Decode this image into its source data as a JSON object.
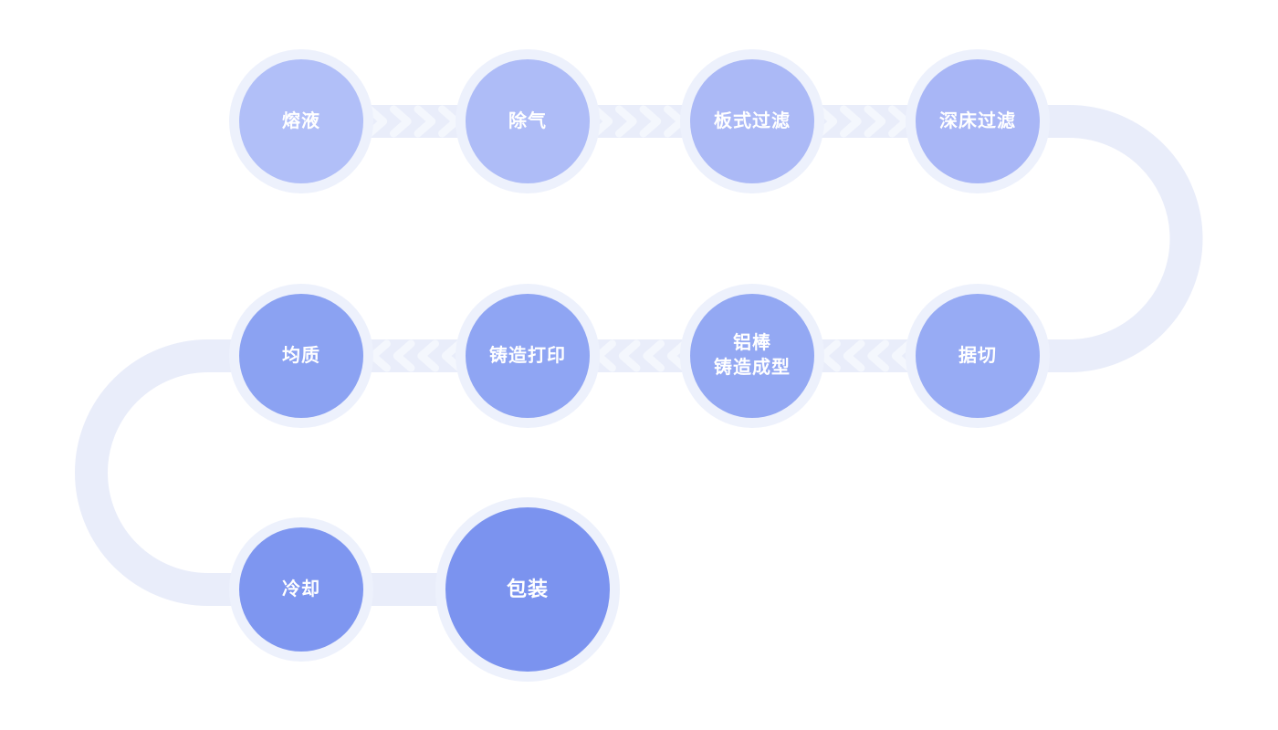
{
  "palette": {
    "background": "#ffffff",
    "track": "#e9edfa",
    "halo": "#edf1fc",
    "chevron": "#f4f7fd",
    "node_text": "#ffffff",
    "node_row1": "#aebcf7",
    "node_row2": "#91a7f3",
    "node_cooling": "#7e96f0",
    "node_packaging": "#7b93ef"
  },
  "flow": {
    "nodes": [
      {
        "label": "熔液"
      },
      {
        "label": "除气"
      },
      {
        "label": "板式过滤"
      },
      {
        "label": "深床过滤"
      },
      {
        "label": "据切"
      },
      {
        "label_line1": "铝棒",
        "label_line2": "铸造成型"
      },
      {
        "label": "铸造打印"
      },
      {
        "label": "均质"
      },
      {
        "label": "冷却"
      },
      {
        "label": "包装"
      }
    ]
  }
}
